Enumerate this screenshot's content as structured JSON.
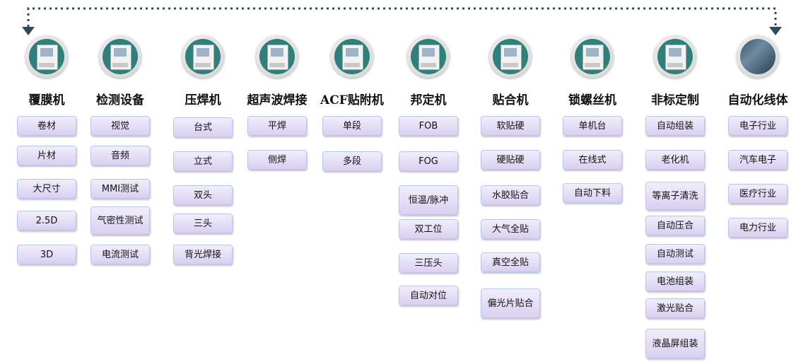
{
  "categories": [
    {
      "title": "覆膜机",
      "items": [
        "卷材",
        "片材",
        "大尺寸",
        "2.5D",
        "3D"
      ]
    },
    {
      "title": "检测设备",
      "items": [
        "视觉",
        "音频",
        "MMI测试",
        "气密性测试",
        "电流测试"
      ]
    },
    {
      "title": "压焊机",
      "items": [
        "台式",
        "立式",
        "双头",
        "三头",
        "背光焊接"
      ]
    },
    {
      "title": "超声波焊接",
      "items": [
        "平焊",
        "侧焊"
      ]
    },
    {
      "title": "ACF贴附机",
      "items": [
        "单段",
        "多段"
      ]
    },
    {
      "title": "邦定机",
      "items": [
        "FOB",
        "FOG",
        "恒温/脉冲",
        "双工位",
        "三压头",
        "自动对位"
      ]
    },
    {
      "title": "贴合机",
      "items": [
        "软贴硬",
        "硬贴硬",
        "水胶贴合",
        "大气全贴",
        "真空全贴",
        "偏光片贴合"
      ]
    },
    {
      "title": "锁螺丝机",
      "items": [
        "单机台",
        "在线式",
        "自动下料"
      ]
    },
    {
      "title": "非标定制",
      "items": [
        "自动组装",
        "老化机",
        "等离子清洗",
        "自动压合",
        "自动测试",
        "电池组装",
        "激光贴合",
        "液晶屏组装"
      ]
    },
    {
      "title": "自动化线体",
      "items": [
        "电子行业",
        "汽车电子",
        "医疗行业",
        "电力行业"
      ]
    }
  ],
  "colors": {
    "arrow": "#2c4a5a",
    "icon_bg": "#2f7f7a",
    "item_top": "#f1eefb",
    "item_bottom": "#d9d0f2"
  },
  "icons": [
    "laminating-machine-icon",
    "inspection-equipment-icon",
    "hot-bar-machine-icon",
    "ultrasonic-welder-icon",
    "acf-attaching-machine-icon",
    "bonding-machine-icon",
    "laminator-icon",
    "screw-machine-icon",
    "custom-machine-icon",
    "automation-line-icon"
  ]
}
